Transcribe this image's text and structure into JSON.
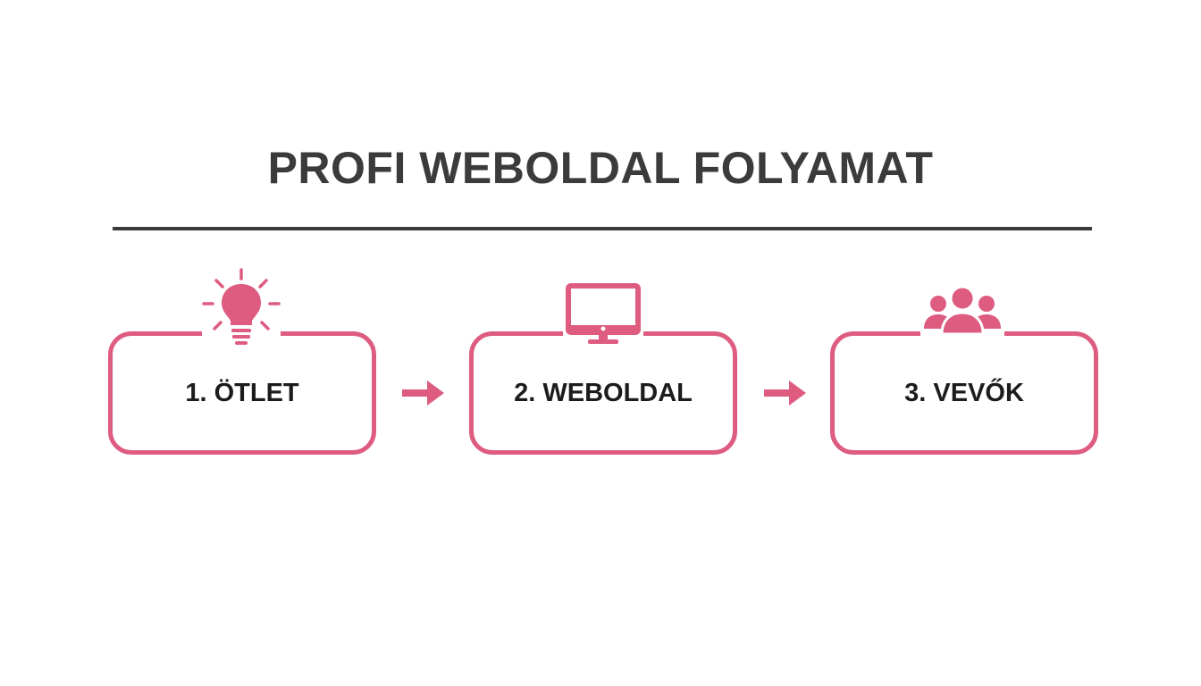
{
  "title": "PROFI WEBOLDAL FOLYAMAT",
  "accent_color": "#dd5c80",
  "text_color": "#1c1c1c",
  "title_color": "#3b3b3b",
  "steps": [
    {
      "label": "1. ÖTLET",
      "icon": "lightbulb-icon"
    },
    {
      "label": "2. WEBOLDAL",
      "icon": "monitor-icon"
    },
    {
      "label": "3. VEVŐK",
      "icon": "users-icon"
    }
  ],
  "connectors": [
    "arrow-right-icon",
    "arrow-right-icon"
  ]
}
